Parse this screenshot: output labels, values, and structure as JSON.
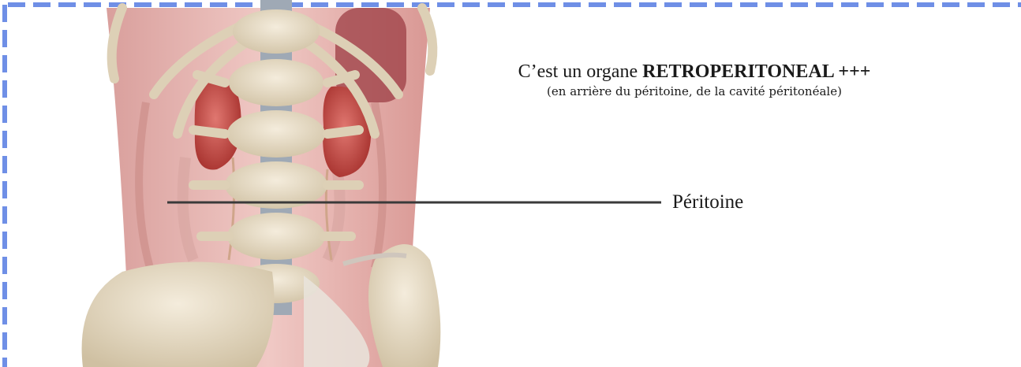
{
  "caption": {
    "prefix": "C’est un organe ",
    "emphasis": "RETROPERITONEAL +++",
    "detail": "(en arrière du péritoine, de la cavité péritonéale)"
  },
  "labels": {
    "peritoine": "Péritoine"
  },
  "colors": {
    "frame_dash": "#6f8fe6",
    "pointer_line": "#3a3a3a",
    "bone": "#e6dcc8",
    "kidney": "#c24a44",
    "tissue": "#e8b8b4"
  }
}
